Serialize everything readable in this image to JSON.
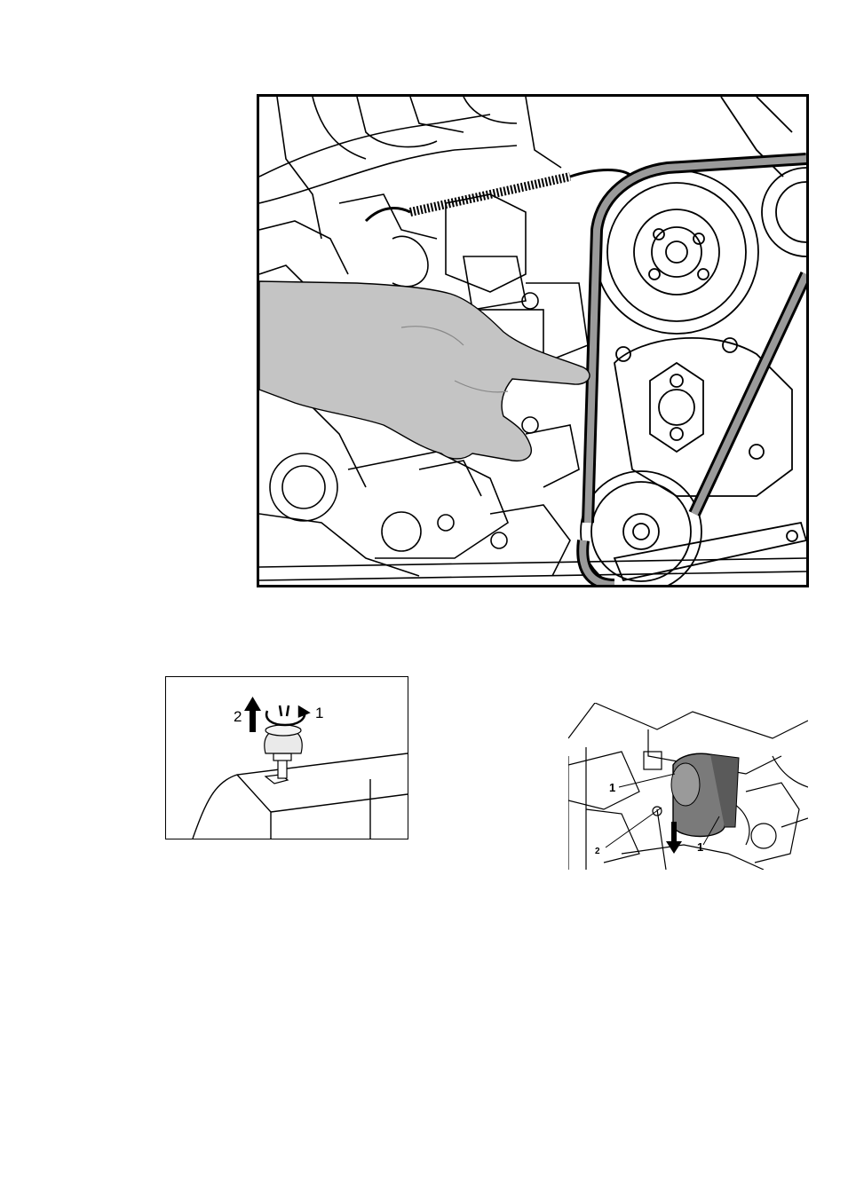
{
  "figures": {
    "engine_belt": {
      "icons": [
        "engine-block-icon",
        "hand-pointing-icon",
        "v-belt-icon",
        "pulley-icon"
      ]
    },
    "filler_cap": {
      "callouts": {
        "arrow_up": "2",
        "rotate": "1"
      },
      "icons": [
        "filler-cap-icon",
        "rotate-arrow-icon",
        "up-arrow-icon"
      ]
    },
    "oil_filter": {
      "callouts": {
        "upper_left": "1",
        "lower_left": "2",
        "lower_right": "1"
      },
      "icons": [
        "oil-filter-icon",
        "down-arrow-icon"
      ]
    }
  },
  "colors": {
    "ink": "#000000",
    "hand": "#c4c4c4",
    "filter": "#7a7a7a",
    "paper": "#ffffff"
  }
}
